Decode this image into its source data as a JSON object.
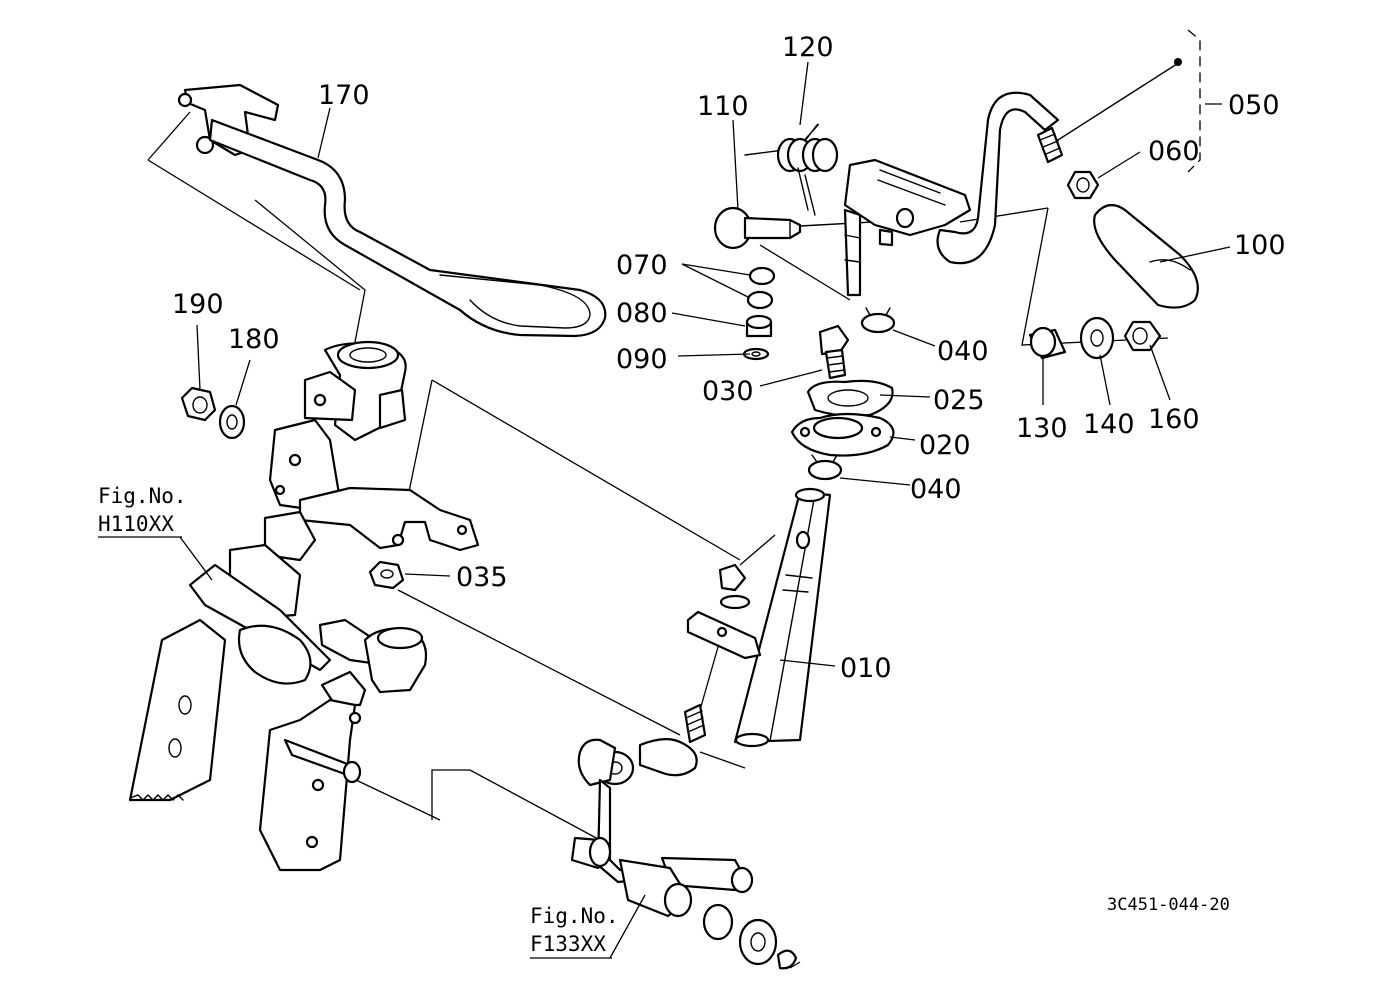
{
  "labels": {
    "p170": "170",
    "p120": "120",
    "p110": "110",
    "p050": "050",
    "p060": "060",
    "p100": "100",
    "p070": "070",
    "p080": "080",
    "p090": "090",
    "p030": "030",
    "p040a": "040",
    "p025": "025",
    "p020": "020",
    "p040b": "040",
    "p130": "130",
    "p140": "140",
    "p160": "160",
    "p190": "190",
    "p180": "180",
    "p035": "035",
    "p010": "010"
  },
  "figrefs": {
    "h_title": "Fig.No.",
    "h_code": "H110XX",
    "f_title": "Fig.No.",
    "f_code": "F133XX"
  },
  "drawing_code": "3C451-044-20"
}
